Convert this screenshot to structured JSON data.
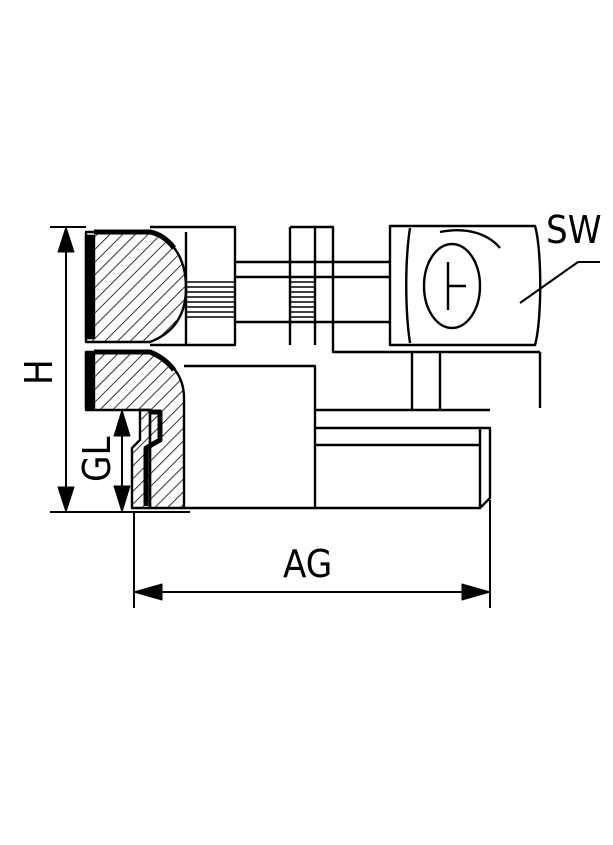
{
  "drawing": {
    "labels": {
      "sw": "SW",
      "h": "H",
      "gl": "GL",
      "ag": "AG"
    },
    "line_color": "#000000",
    "background": "#ffffff"
  }
}
